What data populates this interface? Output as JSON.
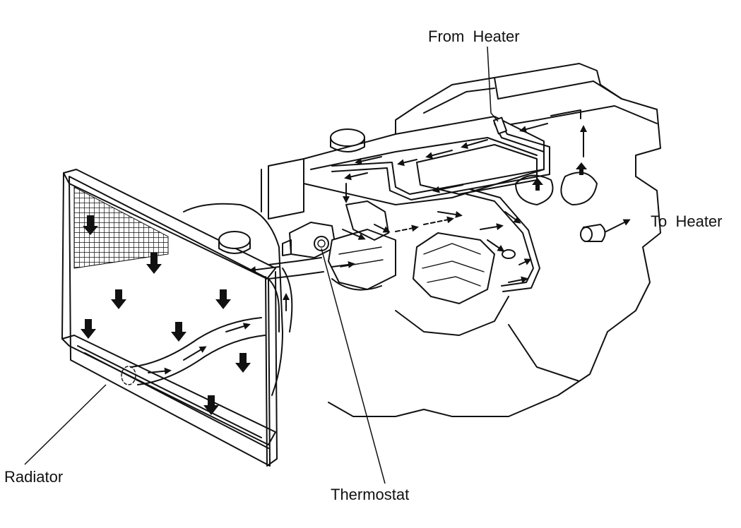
{
  "labels": {
    "from_heater": "From  Heater",
    "to_heater": "To  Heater",
    "radiator": "Radiator",
    "thermostat": "Thermostat"
  },
  "colors": {
    "ink": "#111111",
    "paper": "#ffffff"
  },
  "icons": {
    "flow_arrow": "flow-arrow-icon"
  }
}
